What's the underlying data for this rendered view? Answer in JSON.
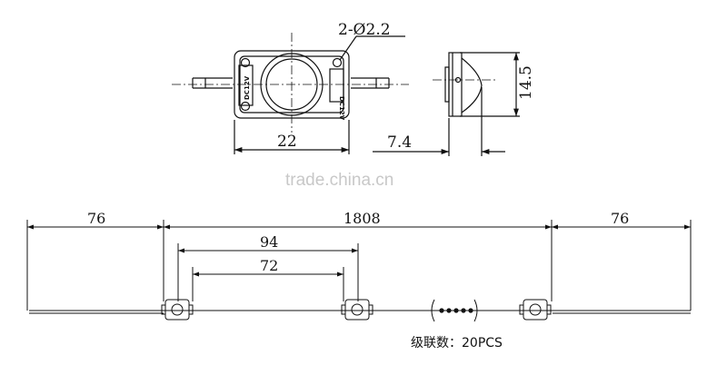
{
  "module_top_view": {
    "hole_label": "2-Ø2.2",
    "width_label": "22",
    "badge_text": "DC12V"
  },
  "module_side_view": {
    "height_label": "14.5",
    "depth_label": "7.4"
  },
  "watermark": "trade.china.cn",
  "string_layout": {
    "left_lead_label": "76",
    "total_length_label": "1808",
    "right_lead_label": "76",
    "pitch_label": "94",
    "inner_pitch_label": "72",
    "footer_note": "级联数：20PCS"
  },
  "colors": {
    "line": "#111111",
    "watermark": "#c8c8c8",
    "background": "#ffffff"
  }
}
